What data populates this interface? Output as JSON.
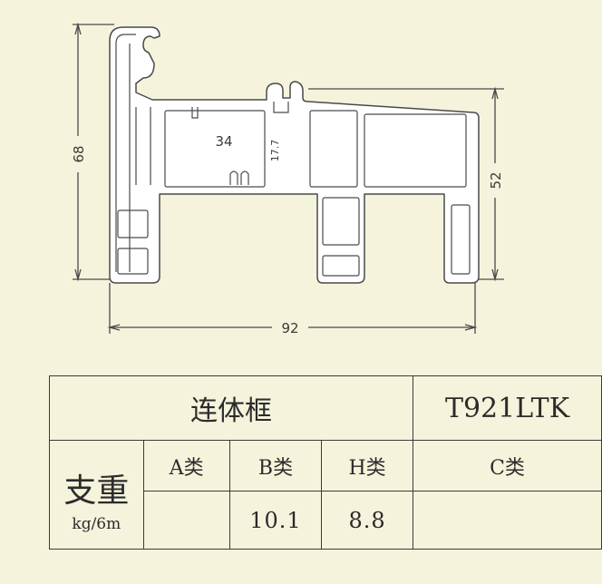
{
  "dimensions": {
    "height_total": "68",
    "height_right": "52",
    "width_total": "92",
    "inner_width": "34",
    "inner_height": "17.7"
  },
  "table": {
    "name": "连体框",
    "model": "T921LTK",
    "weight_label": "支重",
    "weight_unit": "kg/6m",
    "columns": [
      "A类",
      "B类",
      "H类",
      "C类"
    ],
    "values": [
      "",
      "10.1",
      "8.8",
      ""
    ]
  },
  "colors": {
    "background": "#f6f3dc",
    "line": "#4a4a4a",
    "profile_fill": "#ffffff"
  }
}
